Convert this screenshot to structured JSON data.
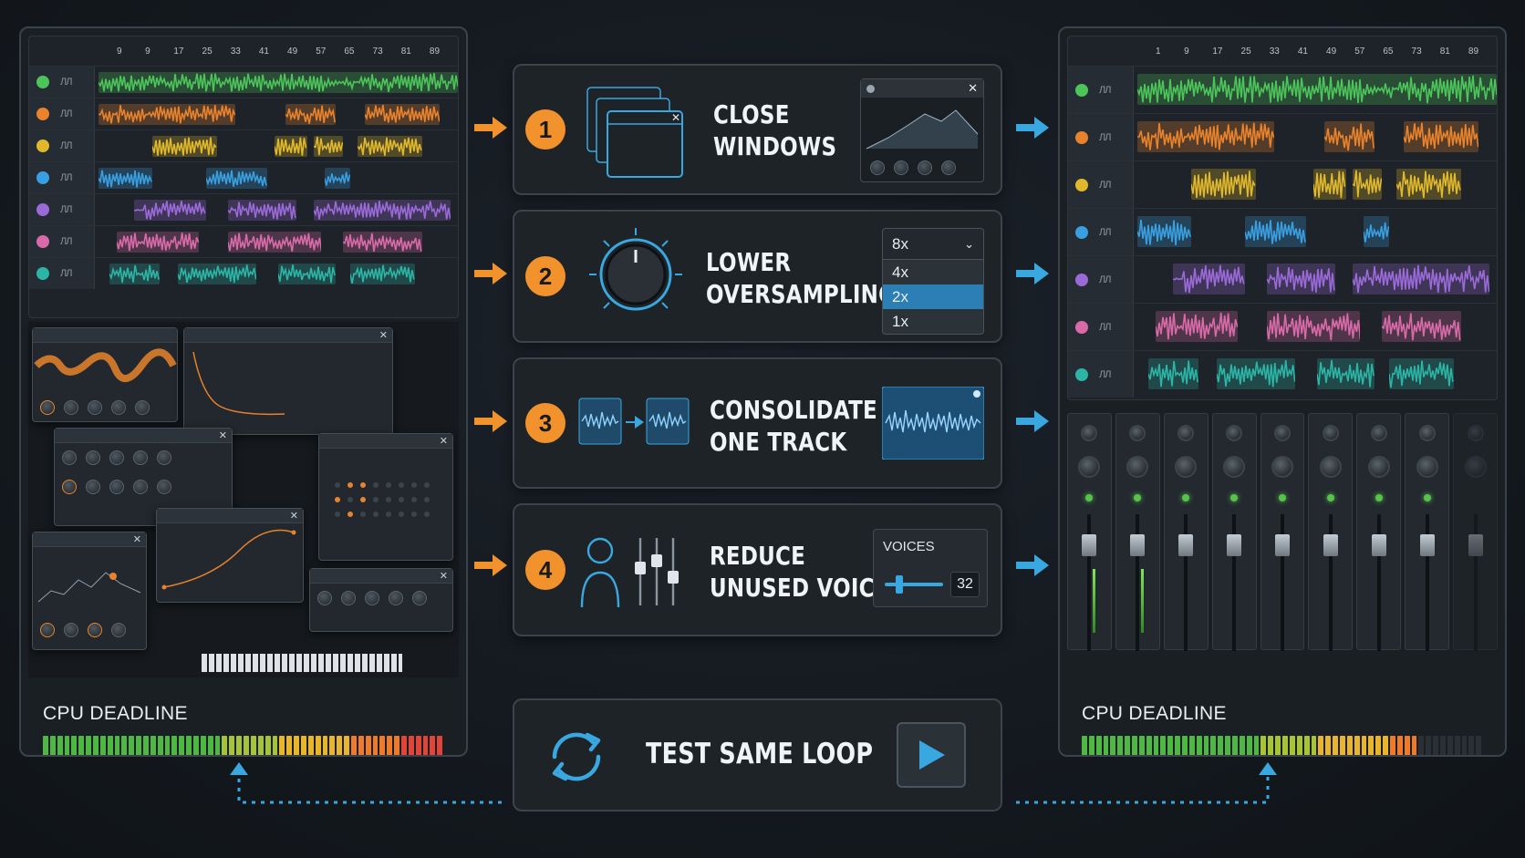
{
  "left_daw": {
    "ruler": [
      "9",
      "9",
      "17",
      "25",
      "33",
      "41",
      "49",
      "57",
      "65",
      "73",
      "81",
      "89"
    ],
    "cpu_label": "CPU DEADLINE",
    "cpu_load": 1.0
  },
  "right_daw": {
    "ruler": [
      "1",
      "9",
      "17",
      "25",
      "33",
      "41",
      "49",
      "57",
      "65",
      "73",
      "81",
      "89"
    ],
    "cpu_label": "CPU DEADLINE",
    "cpu_load": 0.84
  },
  "track_colors": [
    "#4cc45a",
    "#e8822c",
    "#e0b82c",
    "#3a9fe0",
    "#9a6ad8",
    "#d86aa8",
    "#2cb5a6"
  ],
  "steps": [
    {
      "num": "1",
      "line1": "CLOSE",
      "line2": "WINDOWS"
    },
    {
      "num": "2",
      "line1": "LOWER",
      "line2": "OVERSAMPLING"
    },
    {
      "num": "3",
      "line1": "CONSOLIDATE",
      "line2": "ONE TRACK"
    },
    {
      "num": "4",
      "line1": "REDUCE",
      "line2": "UNUSED VOICES"
    }
  ],
  "oversampling": {
    "selected": "8x",
    "options": [
      "4x",
      "2x",
      "1x"
    ],
    "highlighted": "2x"
  },
  "voices": {
    "label": "VOICES",
    "value": "32"
  },
  "test_loop": {
    "label": "TEST SAME LOOP"
  },
  "icons": {
    "windows": "stacked-windows-icon",
    "knob": "oversampling-knob-icon",
    "consolidate": "waveform-merge-icon",
    "voices": "person-faders-icon",
    "loop": "refresh-cycle-icon",
    "play": "play-icon"
  },
  "accent": {
    "orange": "#f2922d",
    "blue": "#3aa8e0"
  }
}
